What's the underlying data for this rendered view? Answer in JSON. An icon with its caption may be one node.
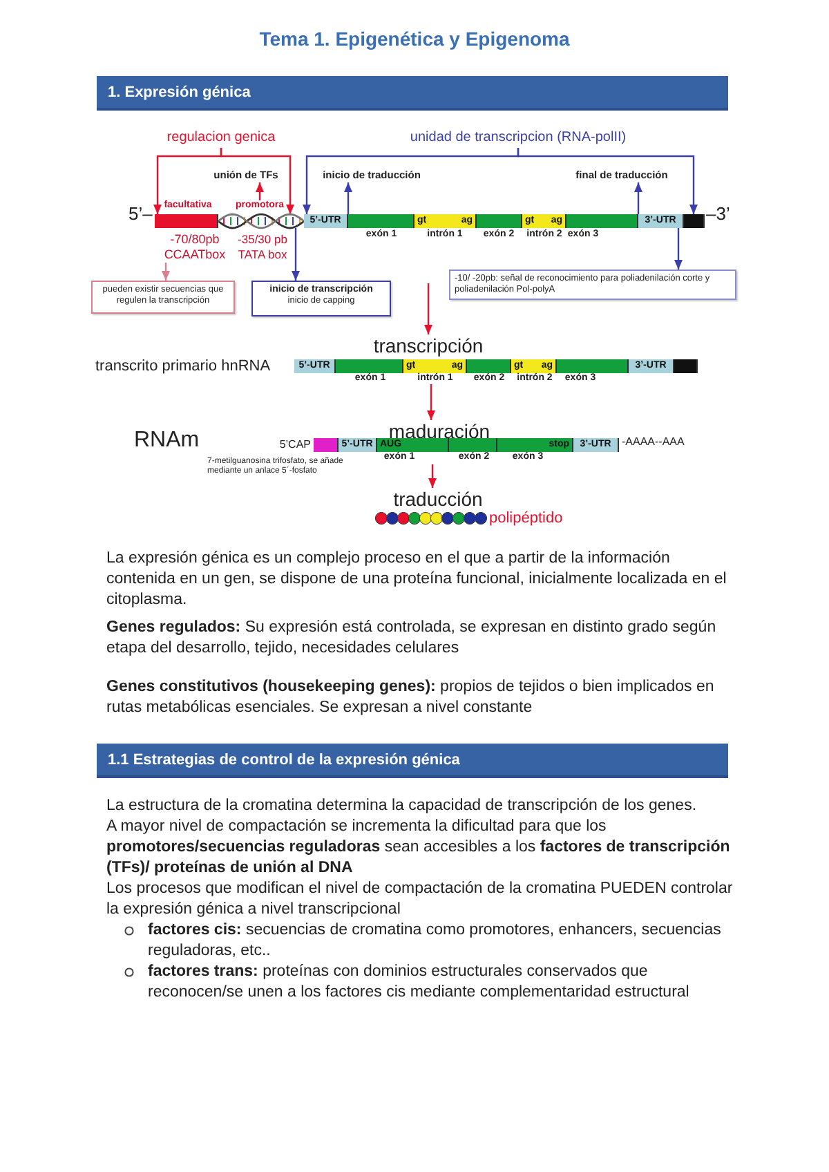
{
  "diagram": {
    "title": "Tema 1. Epigenética y Epigenoma",
    "nodes": [
      {
        "text": [
          "1. Expresión génica"
        ]
      },
      {
        "text": [
          "regulacion genica"
        ]
      },
      {
        "text": [
          "unidad de transcripcion  (RNA-polII)"
        ]
      },
      {
        "text": [
          "unión de TFs"
        ]
      },
      {
        "text": [
          "inicio de traducción"
        ]
      },
      {
        "text": [
          "final de traducción"
        ]
      },
      {
        "text": [
          "facultativa"
        ]
      },
      {
        "text": [
          "promotora"
        ]
      },
      {
        "text": [
          "5’-UTR",
          "gt",
          "ag",
          "gt",
          "ag",
          "3’-UTR"
        ],
        "beside": [
          "5’–",
          "–3’",
          "exón 1",
          "intrón 1",
          "exón 2",
          "intrón 2",
          "exón 3"
        ]
      },
      {
        "text": [
          "-70/80pb CCAATbox"
        ]
      },
      {
        "text": [
          "-35/30 pb TATA box"
        ]
      },
      {
        "text": [
          "pueden existir secuencias que regulen la transcripción"
        ]
      },
      {
        "text": [
          "inicio de transcripción",
          "inicio de capping"
        ]
      },
      {
        "text": [
          "-10/ -20pb: señal de reconocimiento para poliadenilación corte y poliadenilación Pol-polyA"
        ]
      },
      {
        "text": [
          "transcripción"
        ]
      },
      {
        "text": [
          "5’-UTR",
          "gt",
          "ag",
          "gt",
          "ag",
          "3’-UTR"
        ],
        "beside": [
          "transcrito primario hnRNA",
          "exón 1",
          "intrón 1",
          "exón 2",
          "intrón 2",
          "exón 3"
        ]
      },
      {
        "text": [
          "maduración"
        ]
      },
      {
        "text": [
          "5’-UTR",
          "AUG",
          "stop",
          "3’-UTR"
        ],
        "beside": [
          "RNAm",
          "5’CAP",
          "-AAAA--AAA",
          "exón 1",
          "exón 2",
          "exón 3",
          "7-metilguanosina trifosfato, se añade mediante un anlace 5´-fosfato"
        ]
      },
      {
        "text": [
          "traducción"
        ]
      },
      {
        "text": [
          "1.1 Estrategias de control de la expresión génica"
        ]
      }
    ],
    "edges": [
      {
        "from": 1,
        "to": 8,
        "arrow": "to"
      },
      {
        "from": 1,
        "to": 8,
        "arrow": "to"
      },
      {
        "from": 2,
        "to": 8,
        "arrow": "to",
        "color": "#3b3fa8"
      },
      {
        "from": 2,
        "to": 8,
        "arrow": "to",
        "color": "#3b3fa8"
      },
      {
        "from": 7,
        "to": 3,
        "arrow": "to"
      },
      {
        "from": 8,
        "to": 4,
        "arrow": "to",
        "color": "#3b3fa8"
      },
      {
        "from": 8,
        "to": 5,
        "arrow": "to",
        "color": "#3b3fa8"
      },
      {
        "from": 9,
        "to": 11,
        "arrow": "to",
        "color": "#d9808e"
      },
      {
        "from": 8,
        "to": 12,
        "arrow": "to",
        "color": "#3b3fa8"
      },
      {
        "from": 8,
        "to": 13,
        "arrow": "to",
        "color": "#3b3fa8"
      },
      {
        "from": null,
        "to": 14,
        "arrow": "to"
      },
      {
        "from": 15,
        "to": 16,
        "arrow": "to"
      },
      {
        "from": 17,
        "to": 18,
        "arrow": "to"
      }
    ],
    "labels": [
      "polipéptido",
      "La expresión génica es un complejo proceso en el que a partir de la información contenida en un gen, se dispone de una proteína funcional, inicialmente localizada en el citoplasma.",
      "**Genes regulados:** Su expresión está controlada, se expresan en distinto grado según etapa del desarrollo, tejido, necesidades celulares",
      "**Genes constitutivos (housekeeping genes):** propios de tejidos o bien implicados en rutas metabólicas esenciales. Se expresan a nivel constante",
      "La estructura de la cromatina determina la capacidad de transcripción de los genes.",
      "A mayor nivel de compactación se incrementa la dificultad para que los **promotores/secuencias reguladoras** sean accesibles a los **factores de transcripción (TFs)/ proteínas de unión al DNA**",
      "Los procesos que modifican el nivel de compactación de la cromatina PUEDEN controlar la expresión génica a nivel transcripcional",
      "**factores cis:** secuencias de cromatina como promotores, enhancers, secuencias reguladoras, etc..",
      "**factores trans:** proteínas con dominios estructurales conservados que reconocen/se unen a los factores cis mediante complementaridad estructural"
    ]
  }
}
